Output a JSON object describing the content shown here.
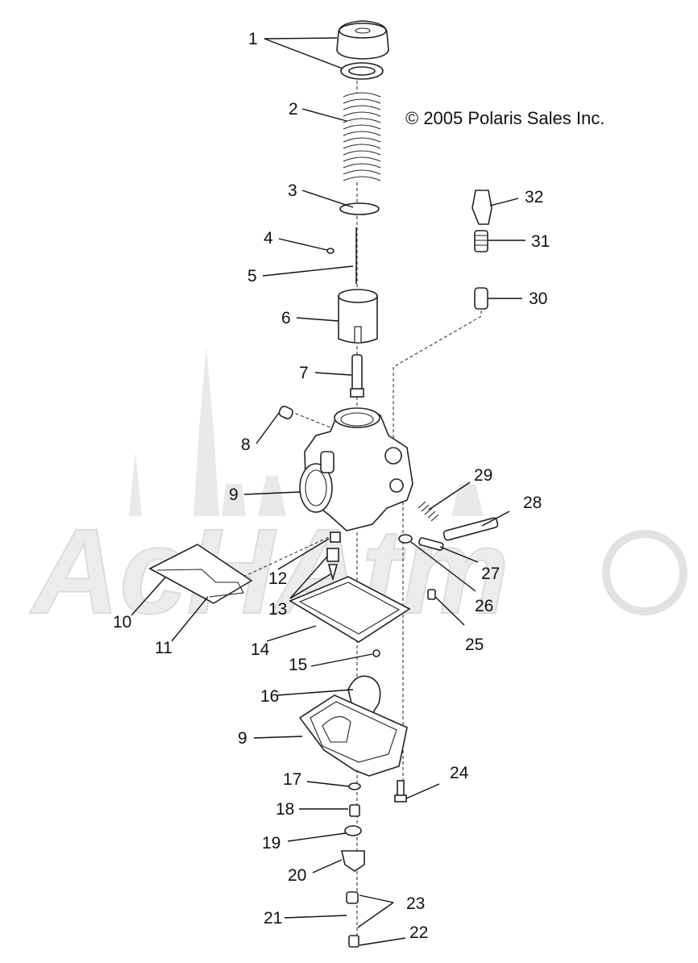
{
  "copyright": "© 2005 Polaris Sales Inc.",
  "watermark_text": "AcHAtm",
  "callouts": [
    "1",
    "2",
    "3",
    "4",
    "5",
    "6",
    "7",
    "8",
    "9",
    "9",
    "10",
    "11",
    "12",
    "13",
    "14",
    "15",
    "16",
    "17",
    "18",
    "19",
    "20",
    "21",
    "22",
    "23",
    "24",
    "25",
    "26",
    "27",
    "28",
    "29",
    "30",
    "31",
    "32"
  ]
}
